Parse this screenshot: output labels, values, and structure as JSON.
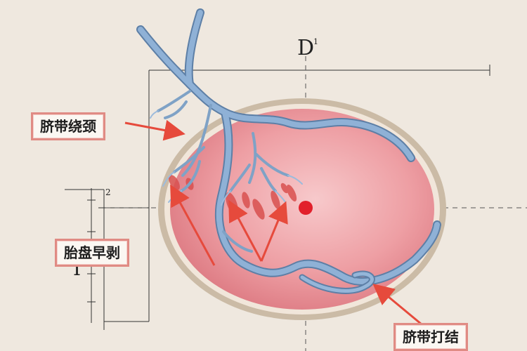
{
  "labels": {
    "cord_around_neck": "脐带绕颈",
    "placental_abruption": "胎盘早剥",
    "cord_knot": "脐带打结"
  },
  "dimension_marks": {
    "top": "D",
    "top_sup": "1",
    "left": "I",
    "left_small": "2"
  },
  "colors": {
    "background": "#efe8df",
    "uterus_wall": "#c9b9a4",
    "uterus_fill": "#e98f95",
    "vessel": "#7fa2c6",
    "pointer": "#e64a3c",
    "center_dot": "#e2202b",
    "callout_border": "#e08b84"
  }
}
